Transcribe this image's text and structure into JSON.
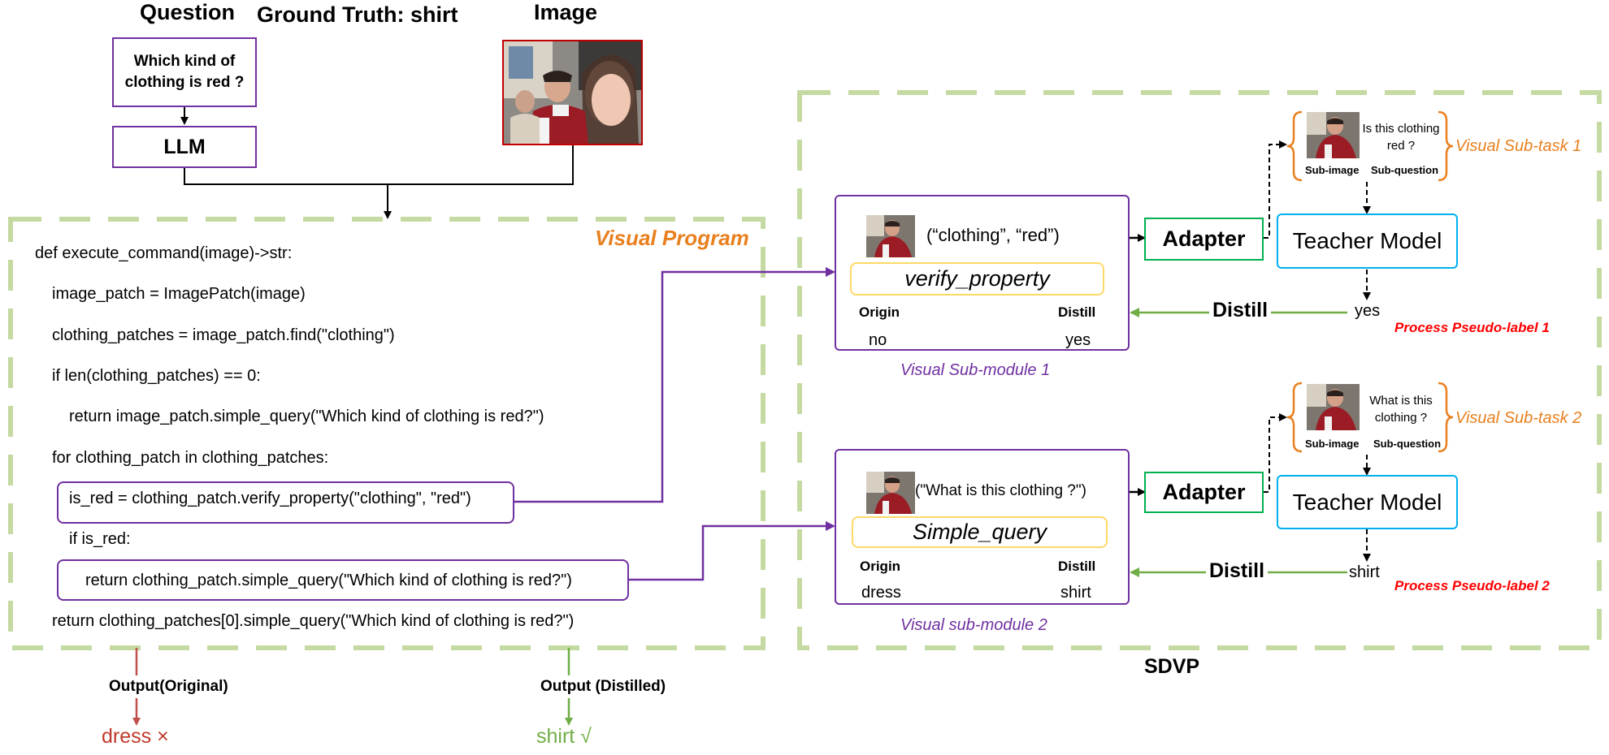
{
  "header": {
    "question_title": "Question",
    "ground_truth": "Ground Truth: shirt",
    "image_title": "Image"
  },
  "question_text": "Which kind of clothing is red ?",
  "llm_label": "LLM",
  "visual_program": {
    "title": "Visual Program",
    "code_lines": [
      "def execute_command(image)->str:",
      "image_patch = ImagePatch(image)",
      "clothing_patches = image_patch.find(\"clothing\")",
      "if len(clothing_patches) == 0:",
      "return image_patch.simple_query(\"Which kind of clothing is red?\")",
      "for clothing_patch in clothing_patches:",
      "is_red = clothing_patch.verify_property(\"clothing\", \"red\")",
      "if is_red:",
      "return clothing_patch.simple_query(\"Which kind of clothing is red?\")",
      "return clothing_patches[0].simple_query(\"Which kind of clothing is red?\")"
    ]
  },
  "outputs": {
    "original_label": "Output",
    "original_tag": "(Original)",
    "original_value": "dress ×",
    "distilled_label": "Output",
    "distilled_tag": "(Distilled)",
    "distilled_value": "shirt √"
  },
  "sdvp": {
    "label": "SDVP",
    "modules": [
      {
        "args": "(“clothing”, “red”)",
        "function": "verify_property",
        "origin_label": "Origin",
        "origin_value": "no",
        "distill_label": "Distill",
        "distill_value": "yes",
        "caption": "Visual Sub-module 1",
        "adapter": "Adapter",
        "teacher": "Teacher Model",
        "sub_image_label": "Sub-image",
        "sub_question_label": "Sub-question",
        "sub_question": "Is this clothing red ?",
        "subtask": "Visual Sub-task 1",
        "teacher_answer": "yes",
        "distill_arrow": "Distill",
        "pseudo_label": "Process Pseudo-label 1"
      },
      {
        "args": "(\"What is this clothing ?\")",
        "function": "Simple_query",
        "origin_label": "Origin",
        "origin_value": "dress",
        "distill_label": "Distill",
        "distill_value": "shirt",
        "caption": "Visual sub-module 2",
        "adapter": "Adapter",
        "teacher": "Teacher Model",
        "sub_image_label": "Sub-image",
        "sub_question_label": "Sub-question",
        "sub_question": "What is this clothing ?",
        "subtask": "Visual Sub-task 2",
        "teacher_answer": "shirt",
        "distill_arrow": "Distill",
        "pseudo_label": "Process Pseudo-label 2"
      }
    ]
  },
  "colors": {
    "purple": "#7030a0",
    "dashed_green": "#c5d9a2",
    "orange": "#e9801f",
    "adapter_green": "#00b050",
    "teacher_blue": "#00b0f0",
    "func_yellow": "#ffd966",
    "distill_green": "#70ad47",
    "error_red": "#c0392b",
    "pseudo_red": "#ff0000"
  }
}
